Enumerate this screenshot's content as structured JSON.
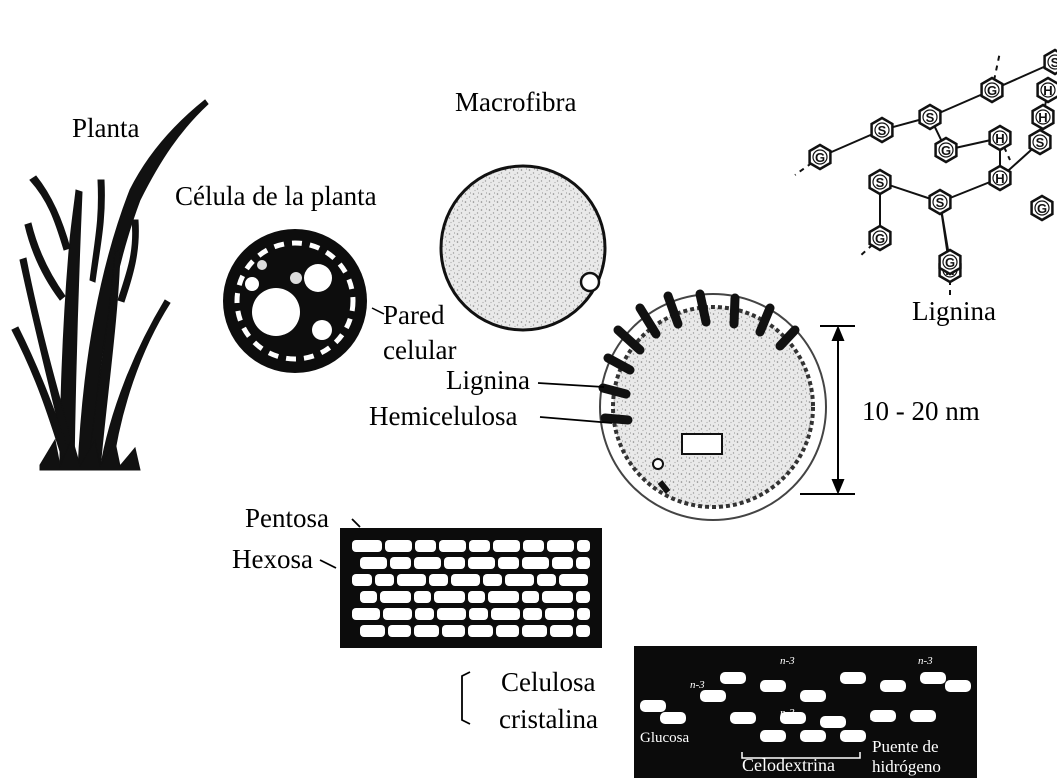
{
  "labels": {
    "planta": "Planta",
    "celula": "Célula de la planta",
    "pared": "Pared",
    "celular": "celular",
    "macrofibra": "Macrofibra",
    "lignina_top": "Lignina",
    "lignina_mid": "Lignina",
    "hemicelulosa": "Hemicelulosa",
    "dimension": "10 - 20 nm",
    "pentosa": "Pentosa",
    "hexosa": "Hexosa",
    "celulosa": "Celulosa",
    "cristalina": "cristalina",
    "glucosa": "Glucosa",
    "celodextrina": "Celodextrina",
    "puente": "Puente de",
    "hidrogeno": "hidrógeno",
    "n3": "n-3"
  },
  "lignin_units": [
    "S",
    "G",
    "H",
    "S",
    "H",
    "S",
    "G",
    "H",
    "S",
    "G",
    "S",
    "H",
    "S",
    "G",
    "G",
    "H",
    "G"
  ]
}
